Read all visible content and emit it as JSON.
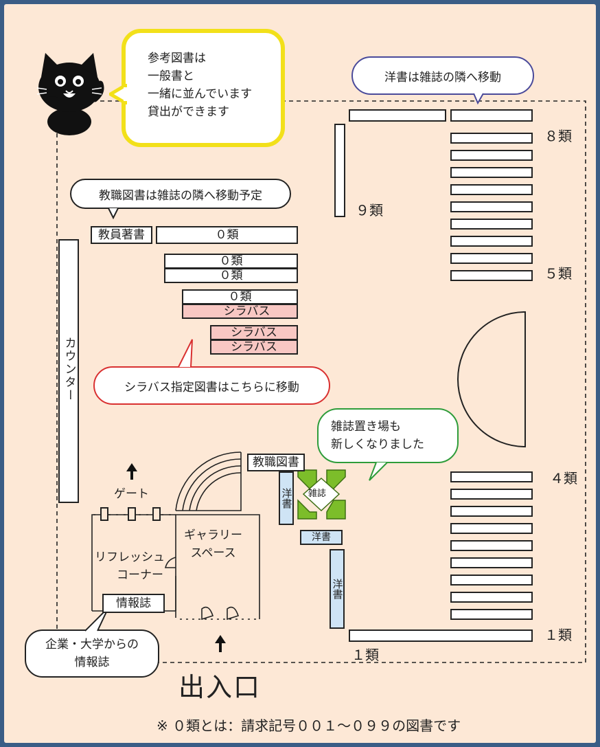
{
  "balloons": {
    "reference": [
      "参考図書は",
      "一般書と",
      "一緒に並んでいます",
      "貸出ができます"
    ],
    "foreign_books": "洋書は雑誌の隣へ移動",
    "teaching_books": "教職図書は雑誌の隣へ移動予定",
    "syllabus": "シラバス指定図書はこちらに移動",
    "magazines": [
      "雑誌置き場も",
      "新しくなりました"
    ],
    "info_magazines": [
      "企業・大学からの",
      "情報誌"
    ]
  },
  "labels": {
    "faculty_books": "教員著書",
    "class0": "０類",
    "syllabus": "シラバス",
    "class9": "９類",
    "class8": "８類",
    "class5": "５類",
    "class4": "４類",
    "class1": "１類",
    "counter": "カウンター",
    "gate": "ゲート",
    "refresh": [
      "リフレッシュ",
      "コーナー"
    ],
    "gallery": [
      "ギャラリー",
      "スペース"
    ],
    "teaching_books": "教職図書",
    "foreign": "洋書",
    "magazines": "雑誌",
    "info": "情報誌",
    "entrance": "出入口",
    "footnote": "※ ０類とは：請求記号００１～０９９の図書です"
  },
  "colors": {
    "background": "#fde8d6",
    "frame": "#3a5d86",
    "reference_bubble_border": "#f2e01a",
    "foreign_bubble_border": "#4a4a9a",
    "syllabus_bubble_border": "#d93030",
    "magazine_bubble_border": "#2e9c3a",
    "syllabus_shelf": "#f8c7c3",
    "foreign_shelf": "#cfe4f5",
    "magazine_rack": "#7cbd2a"
  },
  "icons": {
    "mascot": "black-cat-icon",
    "arrows": "up-arrow-icon"
  }
}
